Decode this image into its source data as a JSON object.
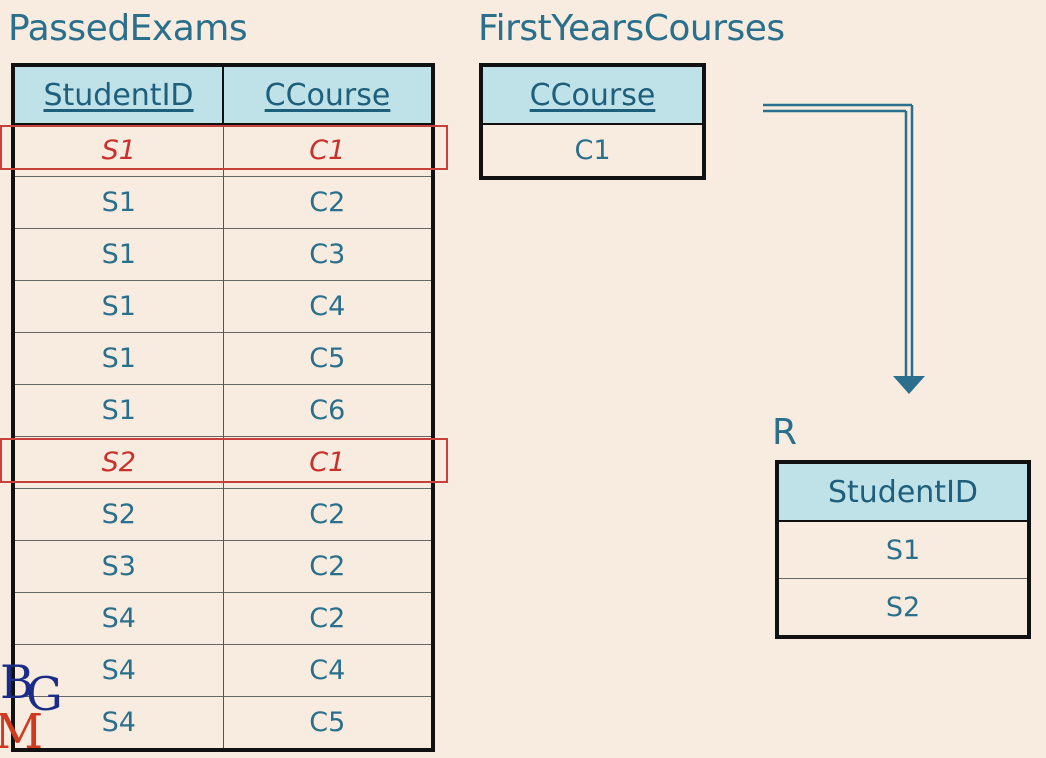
{
  "passed": {
    "title": "PassedExams",
    "headers": [
      "StudentID",
      "CCourse"
    ],
    "rows": [
      {
        "s": "S1",
        "c": "C1",
        "hl": true
      },
      {
        "s": "S1",
        "c": "C2",
        "hl": false
      },
      {
        "s": "S1",
        "c": "C3",
        "hl": false
      },
      {
        "s": "S1",
        "c": "C4",
        "hl": false
      },
      {
        "s": "S1",
        "c": "C5",
        "hl": false
      },
      {
        "s": "S1",
        "c": "C6",
        "hl": false
      },
      {
        "s": "S2",
        "c": "C1",
        "hl": true
      },
      {
        "s": "S2",
        "c": "C2",
        "hl": false
      },
      {
        "s": "S3",
        "c": "C2",
        "hl": false
      },
      {
        "s": "S4",
        "c": "C2",
        "hl": false
      },
      {
        "s": "S4",
        "c": "C4",
        "hl": false
      },
      {
        "s": "S4",
        "c": "C5",
        "hl": false
      }
    ]
  },
  "first": {
    "title": "FirstYearsCourses",
    "header": "CCourse",
    "rows": [
      "C1"
    ]
  },
  "result": {
    "title": "R",
    "header": "StudentID",
    "rows": [
      "S1",
      "S2"
    ]
  },
  "logo": {
    "text": "BMG"
  },
  "colors": {
    "text": "#2a6f8c",
    "header_fill": "#bfe1e8",
    "highlight": "#c9302c",
    "background": "#f7ecdf"
  }
}
